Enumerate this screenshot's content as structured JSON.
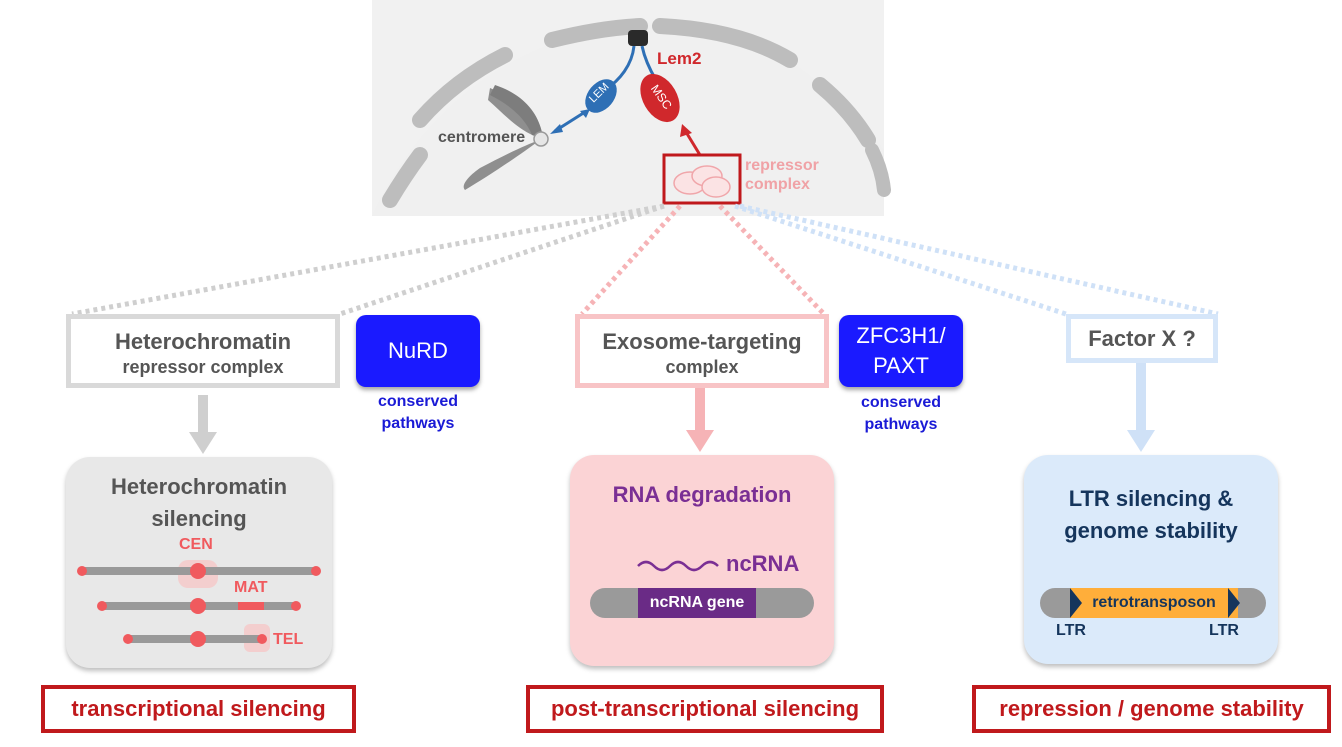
{
  "nucleus": {
    "centromere": "centromere",
    "lem": "LEM",
    "msc": "MSC",
    "lem2": "Lem2",
    "repressor_line1": "repressor",
    "repressor_line2": "complex"
  },
  "left": {
    "box_line1": "Heterochromatin",
    "box_line2": "repressor complex",
    "conserved_box": "NuRD",
    "conserved_line1": "conserved",
    "conserved_line2": "pathways",
    "panel_line1": "Heterochromatin",
    "panel_line2": "silencing",
    "cen": "CEN",
    "mat": "MAT",
    "tel": "TEL",
    "outcome": "transcriptional silencing"
  },
  "middle": {
    "box_line1": "Exosome-targeting",
    "box_line2": "complex",
    "conserved_box_line1": "ZFC3H1/",
    "conserved_box_line2": "PAXT",
    "conserved_line1": "conserved",
    "conserved_line2": "pathways",
    "panel_title": "RNA degradation",
    "ncrna": "ncRNA",
    "gene": "ncRNA gene",
    "outcome": "post-transcriptional silencing"
  },
  "right": {
    "box_label": "Factor X ?",
    "panel_line1": "LTR silencing &",
    "panel_line2": "genome stability",
    "retro": "retrotransposon",
    "ltr_left": "LTR",
    "ltr_right": "LTR",
    "outcome": "repression / genome stability"
  },
  "colors": {
    "conserved_blue": "#1a1aff",
    "outcome_red": "#c0191c",
    "lem_blue": "#2e6fb5",
    "msc_red": "#d0282c",
    "rna_purple": "#7a2f94",
    "ltr_navy": "#15355c",
    "retro_orange": "#ffae3a"
  }
}
